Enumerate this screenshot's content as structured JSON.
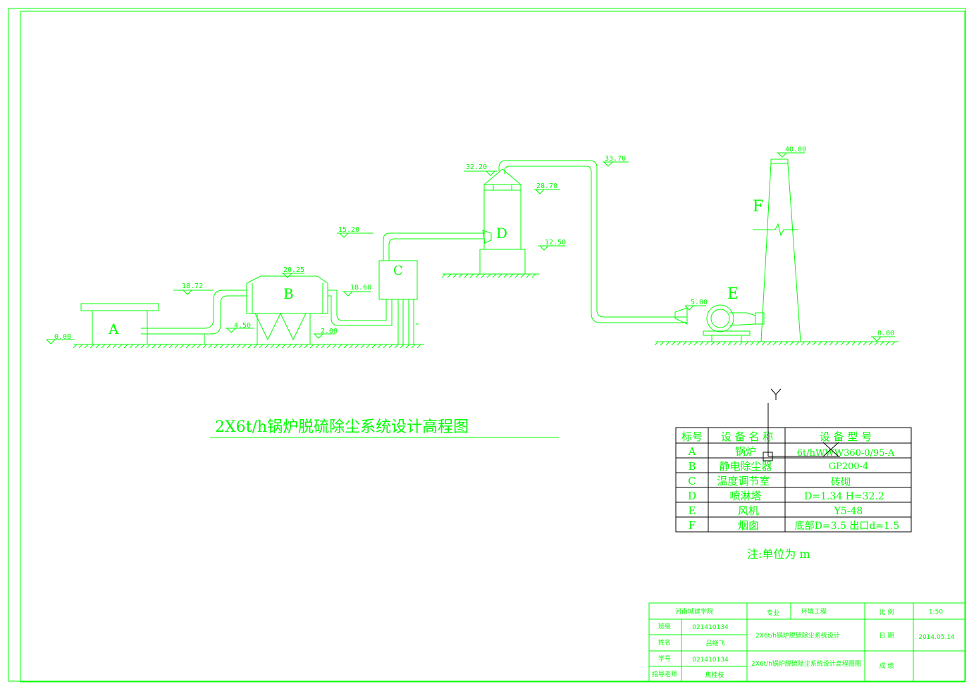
{
  "title": "2X6t/h锅炉脱硫除尘系统设计高程图",
  "elevations": {
    "a_ground": "0.00",
    "pipe_in": "18.72",
    "b_bottom": "4.50",
    "b_top": "20.25",
    "b_out": "18.60",
    "b_hopper": "2.00",
    "c_in": "15.20",
    "d_top": "32.20",
    "d_mid": "28.70",
    "d_base": "12.50",
    "duct_top": "33.70",
    "fan": "5.00",
    "chimney_top": "40.00",
    "chimney_ground": "0.00"
  },
  "equipment_labels": {
    "a": "A",
    "b": "B",
    "c": "C",
    "d": "D",
    "e": "E",
    "f": "F"
  },
  "axis_label": "Y",
  "table": {
    "headers": [
      "标号",
      "设 备 名 称",
      "设 备 型 号"
    ],
    "rows": [
      [
        "A",
        "锅炉",
        "6t/hWWW360-0/95-A"
      ],
      [
        "B",
        "静电除尘器",
        "GP200-4"
      ],
      [
        "C",
        "温度调节室",
        "砖砌"
      ],
      [
        "D",
        "喷淋塔",
        "D=1.34 H=32.2"
      ],
      [
        "E",
        "风机",
        "Y5-48"
      ],
      [
        "F",
        "烟囱",
        "底部D=3.5 出口d=1.5"
      ]
    ]
  },
  "note": "注:单位为 m",
  "title_block": {
    "school": "河南城建学院",
    "major_label": "专业",
    "major": "环境工程",
    "scale_label": "比 例",
    "scale": "1:50",
    "class_label": "班级",
    "class_value": "021410134",
    "design_title": "2X6t/h锅炉脱硫除尘系统设计",
    "date_label": "日 期",
    "date": "2014.05.14",
    "name_label": "姓名",
    "name_value": "吕继飞",
    "id_label": "学号",
    "id_value": "021410134",
    "drawing_name": "2X6t/h锅炉脱硫除尘系统设计高程图图",
    "grade_label": "成 绩",
    "advisor_label": "指导老师",
    "advisor_value": "焦桂枝"
  }
}
